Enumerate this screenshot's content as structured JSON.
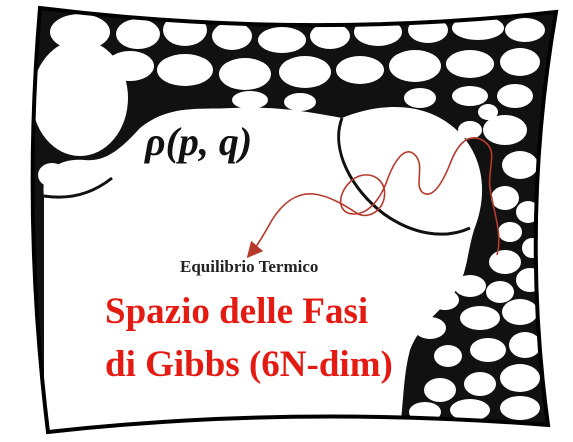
{
  "labels": {
    "rho": "ρ(p, q)",
    "equilibrium": "Equilibrio Termico",
    "title_line1": "Spazio delle Fasi",
    "title_line2": "di Gibbs (6N-dim)"
  },
  "colors": {
    "title": "#e41b13",
    "trajectory": "#b83a2c",
    "outline": "#000000"
  }
}
